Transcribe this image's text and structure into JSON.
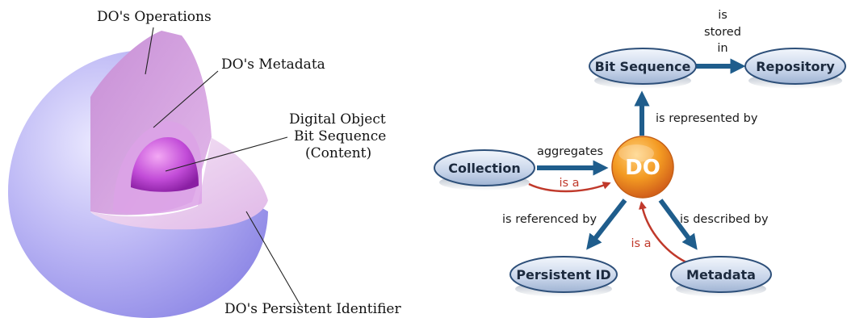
{
  "sphere": {
    "labels": {
      "operations": "DO's Operations",
      "metadata": "DO's Metadata",
      "content_line1": "Digital Object",
      "content_line2": "Bit Sequence",
      "content_line3": "(Content)",
      "identifier": "DO's Persistent Identifier"
    }
  },
  "graph": {
    "center": "DO",
    "nodes": {
      "bit_sequence": "Bit Sequence",
      "repository": "Repository",
      "collection": "Collection",
      "persistent_id": "Persistent ID",
      "metadata": "Metadata"
    },
    "edges": {
      "stored_line1": "is",
      "stored_line2": "stored",
      "stored_line3": "in",
      "represented": "is represented by",
      "aggregates": "aggregates",
      "collection_isa": "is a",
      "referenced": "is referenced by",
      "described": "is described by",
      "metadata_isa": "is a"
    }
  },
  "colors": {
    "sphere_outer": "#b4b0f2",
    "sphere_mid": "#d8a6e6",
    "sphere_core": "#c040d8",
    "node_fill": "#c9d6ea",
    "node_border": "#2d4f79",
    "arrow_blue": "#1f5d8c",
    "arrow_red": "#c0392b",
    "do_orange": "#f08a1c"
  }
}
